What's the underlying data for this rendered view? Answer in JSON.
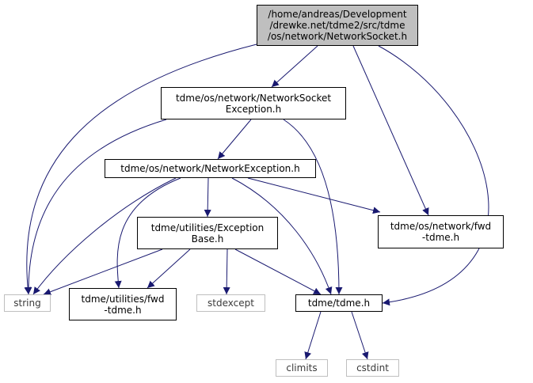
{
  "nodes": {
    "network_socket": {
      "lines": [
        "/home/andreas/Development",
        "/drewke.net/tdme2/src/tdme",
        "/os/network/NetworkSocket.h"
      ]
    },
    "network_socket_exception": {
      "lines": [
        "tdme/os/network/NetworkSocket",
        "Exception.h"
      ]
    },
    "network_exception": {
      "lines": [
        "tdme/os/network/NetworkException.h"
      ]
    },
    "exception_base": {
      "lines": [
        "tdme/utilities/Exception",
        "Base.h"
      ]
    },
    "network_fwd": {
      "lines": [
        "tdme/os/network/fwd",
        "-tdme.h"
      ]
    },
    "string": {
      "lines": [
        "string"
      ]
    },
    "utilities_fwd": {
      "lines": [
        "tdme/utilities/fwd",
        "-tdme.h"
      ]
    },
    "stdexcept": {
      "lines": [
        "stdexcept"
      ]
    },
    "tdme_h": {
      "lines": [
        "tdme/tdme.h"
      ]
    },
    "climits": {
      "lines": [
        "climits"
      ]
    },
    "cstdint": {
      "lines": [
        "cstdint"
      ]
    }
  },
  "edges": [
    {
      "from": "network_socket",
      "to": "network_socket_exception"
    },
    {
      "from": "network_socket",
      "to": "string"
    },
    {
      "from": "network_socket",
      "to": "network_fwd"
    },
    {
      "from": "network_socket",
      "to": "tdme_h"
    },
    {
      "from": "network_socket_exception",
      "to": "network_exception"
    },
    {
      "from": "network_socket_exception",
      "to": "string"
    },
    {
      "from": "network_socket_exception",
      "to": "tdme_h"
    },
    {
      "from": "network_exception",
      "to": "exception_base"
    },
    {
      "from": "network_exception",
      "to": "string"
    },
    {
      "from": "network_exception",
      "to": "utilities_fwd"
    },
    {
      "from": "network_exception",
      "to": "tdme_h"
    },
    {
      "from": "network_exception",
      "to": "network_fwd"
    },
    {
      "from": "exception_base",
      "to": "string"
    },
    {
      "from": "exception_base",
      "to": "utilities_fwd"
    },
    {
      "from": "exception_base",
      "to": "stdexcept"
    },
    {
      "from": "exception_base",
      "to": "tdme_h"
    },
    {
      "from": "tdme_h",
      "to": "climits"
    },
    {
      "from": "tdme_h",
      "to": "cstdint"
    }
  ],
  "colors": {
    "edge": "#191970",
    "root_fill": "#bfbfbf",
    "node_border": "#000000",
    "external_border": "#bfbfbf",
    "background": "#ffffff"
  }
}
